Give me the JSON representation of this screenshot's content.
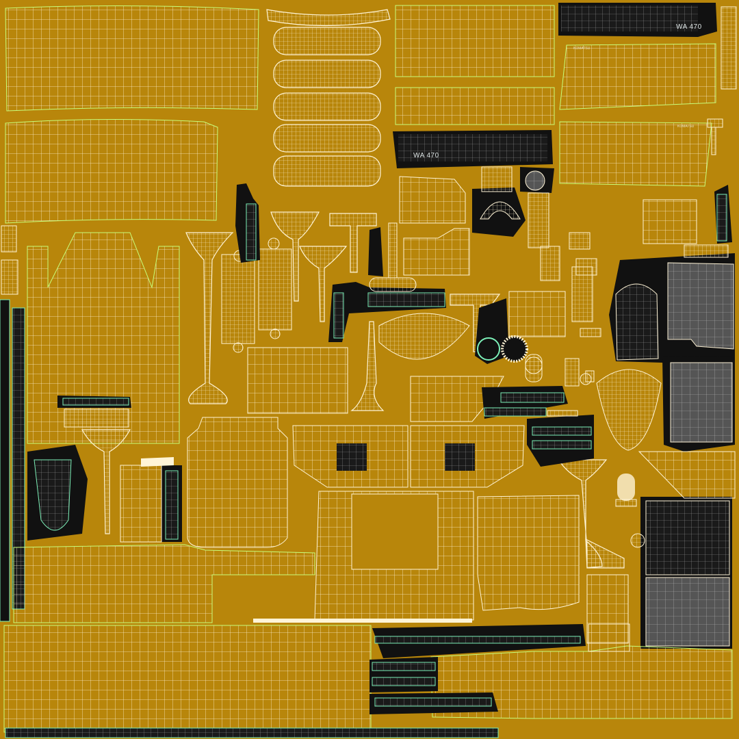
{
  "texture": {
    "background": "#b8860b",
    "wire_color": "#fff4d6",
    "border_color": "#c8ff7a",
    "dark_fill": "#141414",
    "accent_green": "#7cf0b8"
  },
  "labels": {
    "model_top": "WA 470",
    "model_mid": "WA 470",
    "small_text_1": "KOMATSU",
    "small_text_2": "KOMATSU"
  }
}
